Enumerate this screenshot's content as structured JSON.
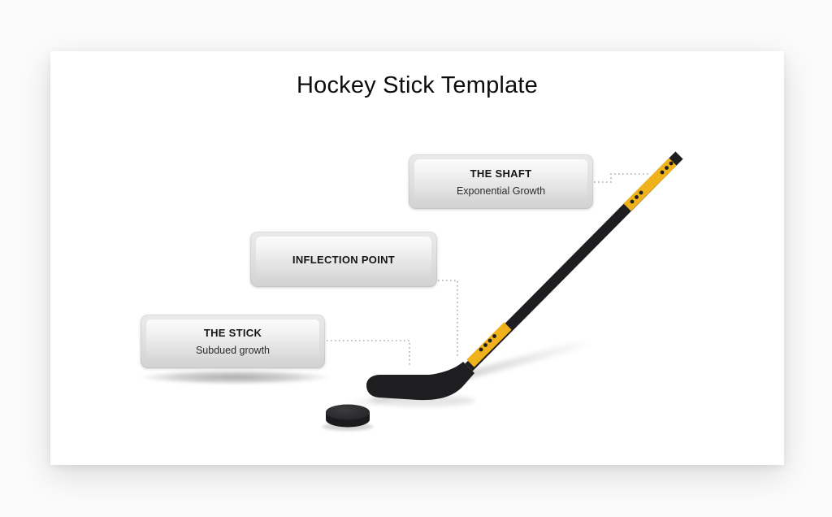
{
  "slide": {
    "title": "Hockey Stick Template",
    "callouts": {
      "shaft": {
        "title": "THE SHAFT",
        "subtitle": "Exponential Growth"
      },
      "inflection": {
        "title": "INFLECTION POINT",
        "subtitle": ""
      },
      "stick": {
        "title": "THE STICK",
        "subtitle": "Subdued growth"
      }
    }
  },
  "colors": {
    "stick_yellow": "#EFB21A",
    "stick_black": "#1E1E20",
    "puck_side": "#1B1B1D",
    "connector_gray": "#ABABAB"
  }
}
